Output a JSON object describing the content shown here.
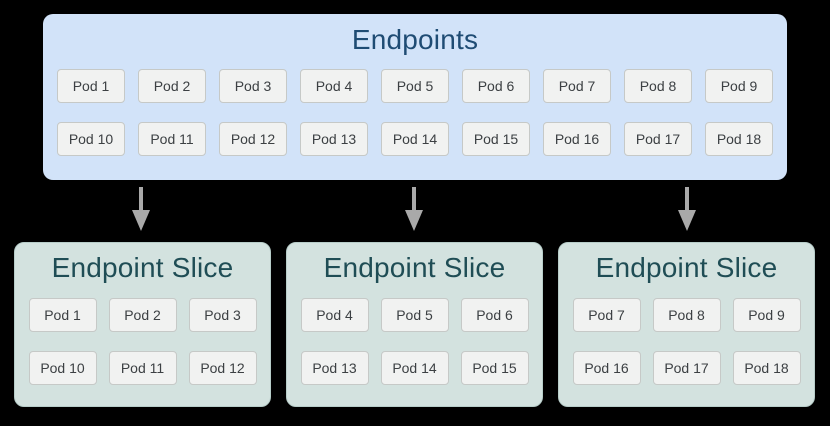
{
  "endpoints": {
    "title": "Endpoints",
    "rows": [
      [
        "Pod 1",
        "Pod 2",
        "Pod 3",
        "Pod 4",
        "Pod 5",
        "Pod 6",
        "Pod 7",
        "Pod 8",
        "Pod 9"
      ],
      [
        "Pod 10",
        "Pod 11",
        "Pod 12",
        "Pod 13",
        "Pod 14",
        "Pod 15",
        "Pod 16",
        "Pod 17",
        "Pod 18"
      ]
    ]
  },
  "slices": [
    {
      "title": "Endpoint Slice",
      "rows": [
        [
          "Pod 1",
          "Pod 2",
          "Pod 3"
        ],
        [
          "Pod 10",
          "Pod 11",
          "Pod 12"
        ]
      ]
    },
    {
      "title": "Endpoint Slice",
      "rows": [
        [
          "Pod 4",
          "Pod 5",
          "Pod 6"
        ],
        [
          "Pod 13",
          "Pod 14",
          "Pod 15"
        ]
      ]
    },
    {
      "title": "Endpoint Slice",
      "rows": [
        [
          "Pod 7",
          "Pod 8",
          "Pod 9"
        ],
        [
          "Pod 16",
          "Pod 17",
          "Pod 18"
        ]
      ]
    }
  ],
  "colors": {
    "background": "#000000",
    "endpoints_box_bg": "#d2e3f9",
    "endpoints_title": "#1f4c74",
    "slice_box_bg": "#d3e2df",
    "slice_box_border": "#b7cdc9",
    "slice_title": "#1f4d55",
    "pod_bg": "#f1f2f1",
    "pod_border": "#c6c9c7",
    "pod_text": "#3c4043",
    "arrow": "#a9a9a9"
  }
}
